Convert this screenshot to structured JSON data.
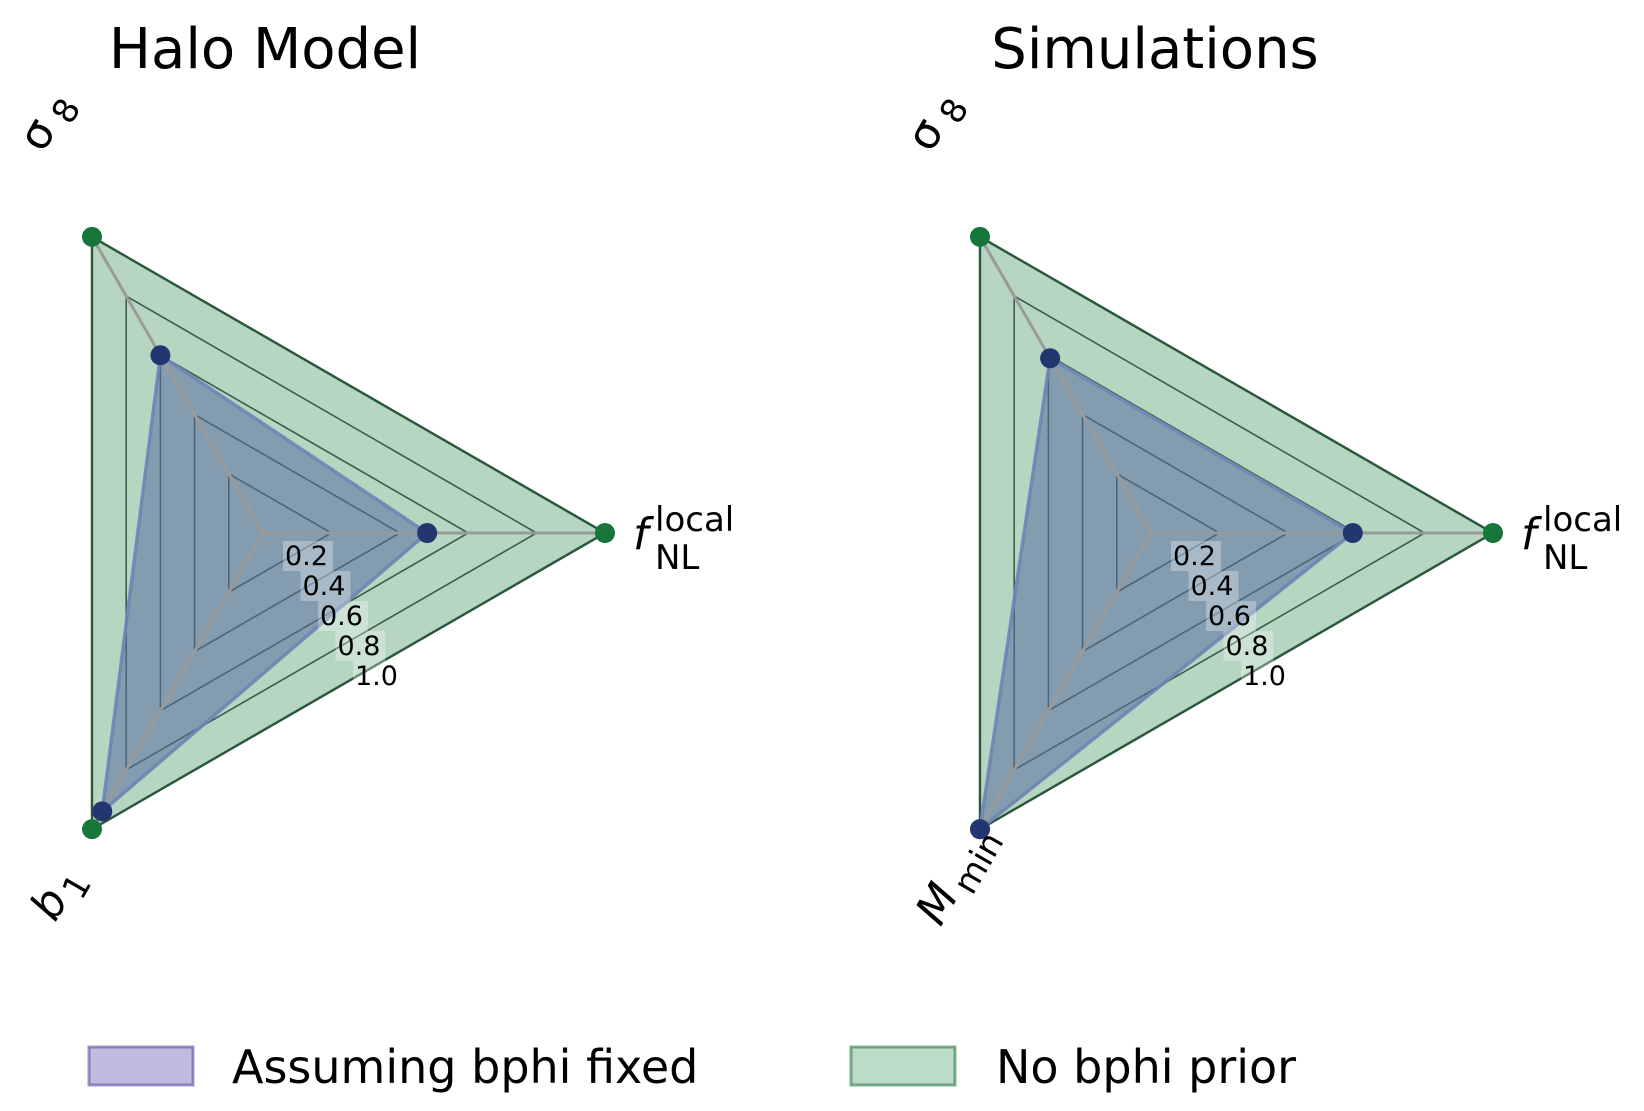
{
  "chart_data": [
    {
      "type": "radar",
      "title": "Halo Model",
      "axes": [
        {
          "key": "sigma8",
          "label": "σ",
          "subscript": "8",
          "superscript": ""
        },
        {
          "key": "fNL",
          "label": "f",
          "subscript": "NL",
          "superscript": "local"
        },
        {
          "key": "b1",
          "label": "b",
          "subscript": "1",
          "superscript": ""
        }
      ],
      "radial_ticks": [
        "0.2",
        "0.4",
        "0.6",
        "0.8",
        "1.0"
      ],
      "radial_range": [
        0,
        1.0
      ],
      "series": [
        {
          "name": "No bphi prior",
          "values": [
            1.0,
            1.0,
            1.0
          ]
        },
        {
          "name": "Assuming bphi fixed",
          "values": [
            0.6,
            0.48,
            0.94
          ]
        }
      ]
    },
    {
      "type": "radar",
      "title": "Simulations",
      "axes": [
        {
          "key": "sigma8",
          "label": "σ",
          "subscript": "8",
          "superscript": ""
        },
        {
          "key": "fNL",
          "label": "f",
          "subscript": "NL",
          "superscript": "local"
        },
        {
          "key": "Mmin",
          "label": "M",
          "subscript": "min",
          "superscript": ""
        }
      ],
      "radial_ticks": [
        "0.2",
        "0.4",
        "0.6",
        "0.8",
        "1.0"
      ],
      "radial_range": [
        0,
        1.0
      ],
      "series": [
        {
          "name": "No bphi prior",
          "values": [
            1.0,
            1.0,
            1.0
          ]
        },
        {
          "name": "Assuming bphi fixed",
          "values": [
            0.59,
            0.59,
            1.0
          ]
        }
      ]
    }
  ],
  "legend": {
    "placement": "bottom-center",
    "items": [
      {
        "label": "Assuming bphi fixed",
        "fill": "#8878c0",
        "edge": "#5a4fa0"
      },
      {
        "label": "No bphi prior",
        "fill": "#79b791",
        "edge": "#2e7a48"
      }
    ]
  },
  "colors": {
    "fixed_fill": "#5a6ea0",
    "fixed_marker": "#233670",
    "fixed_edge": "#6f84b4",
    "prior_fill": "#b6d6c2",
    "prior_edge": "#2d6e42",
    "prior_marker": "#17773a",
    "spoke": "#9a9a9a",
    "grid": "#2f4f3f"
  }
}
